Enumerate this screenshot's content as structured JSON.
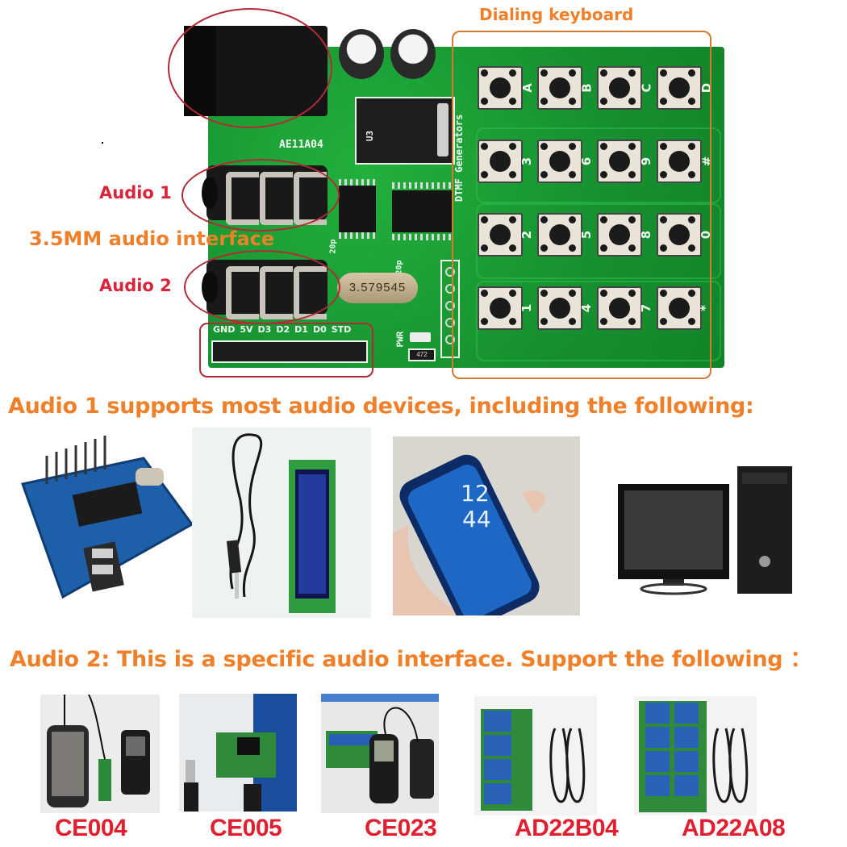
{
  "board": {
    "model_silkscreen": "AE11A04",
    "title_silkscreen": "DTMF Generators",
    "crystal_marking": "3.579545",
    "regulator_marking": "U3",
    "cap_labels": [
      "20p",
      "20p"
    ],
    "power_led_label": "PWR",
    "resistor_marking": "472",
    "header_pins": [
      "GND",
      "5V",
      "D3",
      "D2",
      "D1",
      "D0",
      "STD"
    ],
    "keypad_keys": [
      [
        "A",
        "B",
        "C",
        "D"
      ],
      [
        "3",
        "6",
        "9",
        "#"
      ],
      [
        "2",
        "5",
        "8",
        "0"
      ],
      [
        "1",
        "4",
        "7",
        "*"
      ]
    ]
  },
  "annotations": {
    "dialing_keyboard": "Dialing keyboard",
    "audio1": "Audio 1",
    "audio2": "Audio 2",
    "audio_interface": "3.5MM audio interface",
    "colors": {
      "red": "#d9243a",
      "orange": "#f07f2a",
      "pcb_green": "#1a9a32"
    }
  },
  "section1": {
    "heading": "Audio 1 supports most audio devices, including the following:",
    "devices": [
      {
        "name": "voice-module-board"
      },
      {
        "name": "audio-cable-and-lcd"
      },
      {
        "name": "smartphone",
        "clock": [
          "12",
          "44"
        ]
      },
      {
        "name": "desktop-computer"
      }
    ]
  },
  "section2": {
    "heading": "Audio 2: This is a specific audio interface. Support the following ：",
    "devices": [
      {
        "model": "CE004"
      },
      {
        "model": "CE005"
      },
      {
        "model": "CE023"
      },
      {
        "model": "AD22B04"
      },
      {
        "model": "AD22A08"
      }
    ]
  }
}
